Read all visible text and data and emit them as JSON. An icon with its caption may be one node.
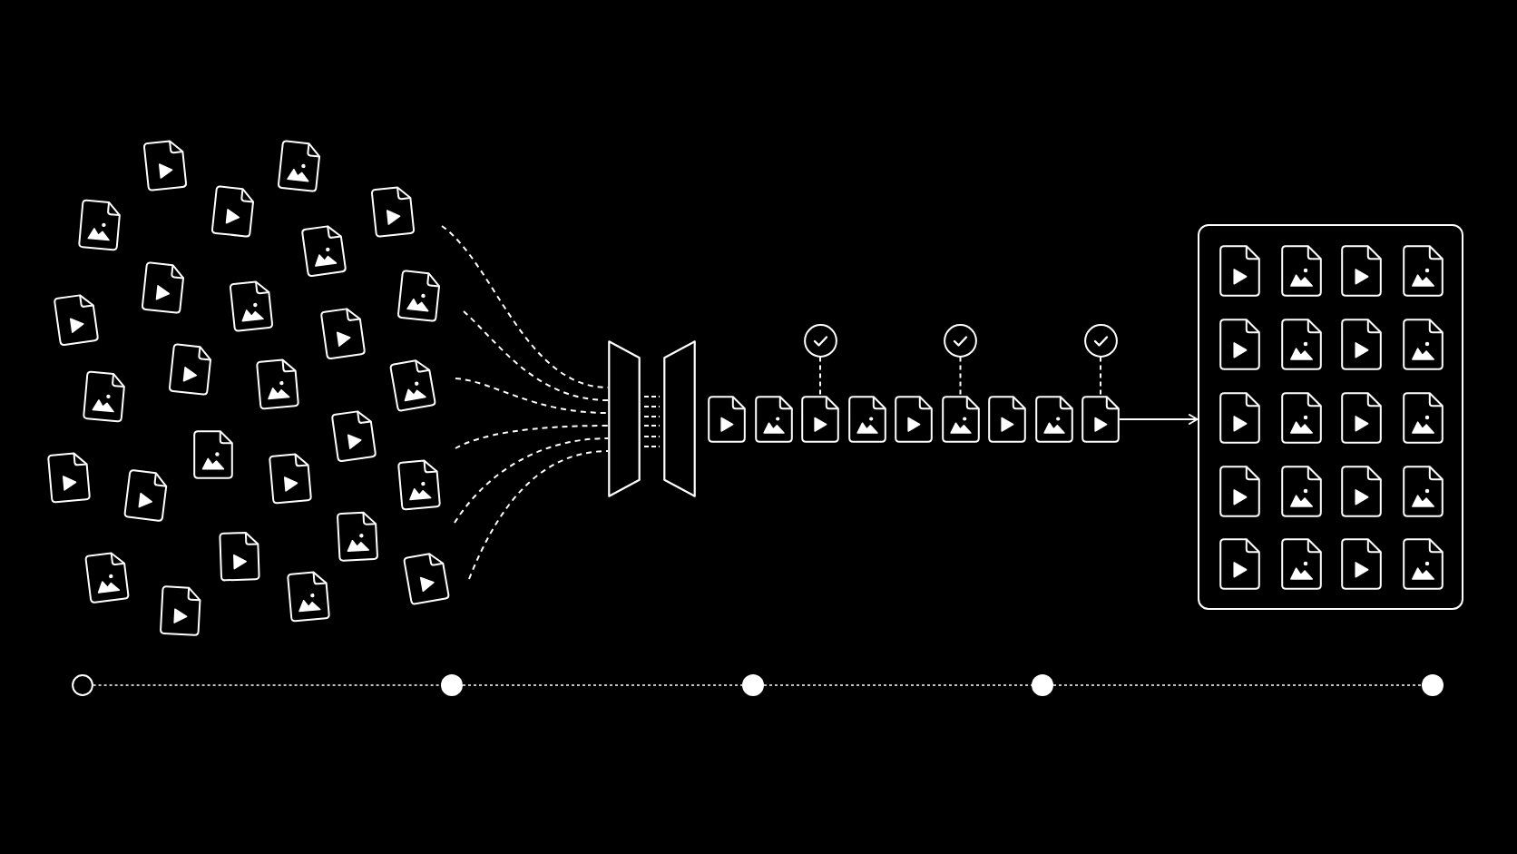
{
  "diagram": {
    "nodes": [
      {
        "text": [],
        "shape": "filter"
      },
      {
        "text": [],
        "shape": "document"
      },
      {
        "text": [],
        "shape": "document"
      },
      {
        "text": [],
        "shape": "document"
      },
      {
        "text": [],
        "shape": "document"
      },
      {
        "text": [],
        "shape": "document"
      },
      {
        "text": [],
        "shape": "document"
      },
      {
        "text": [],
        "shape": "document"
      },
      {
        "text": [],
        "shape": "document"
      },
      {
        "text": [],
        "shape": "document"
      },
      {
        "text": [],
        "shape": "circle"
      },
      {
        "text": [],
        "shape": "circle"
      },
      {
        "text": [],
        "shape": "circle"
      },
      {
        "text": [],
        "shape": "box"
      },
      {
        "text": [],
        "shape": "circle"
      },
      {
        "text": [],
        "shape": "circle"
      },
      {
        "text": [],
        "shape": "circle"
      },
      {
        "text": [],
        "shape": "circle"
      },
      {
        "text": [],
        "shape": "circle"
      }
    ],
    "edges": [
      {
        "from": null,
        "to": 0,
        "arrow": "none",
        "style": "dashed"
      },
      {
        "from": null,
        "to": 0,
        "arrow": "none",
        "style": "dashed"
      },
      {
        "from": null,
        "to": 0,
        "arrow": "none",
        "style": "dashed"
      },
      {
        "from": null,
        "to": 0,
        "arrow": "none",
        "style": "dashed"
      },
      {
        "from": null,
        "to": 0,
        "arrow": "none",
        "style": "dashed"
      },
      {
        "from": null,
        "to": 0,
        "arrow": "none",
        "style": "dashed"
      },
      {
        "from": 10,
        "to": 3,
        "arrow": "none",
        "style": "dashed"
      },
      {
        "from": 11,
        "to": 6,
        "arrow": "none",
        "style": "dashed"
      },
      {
        "from": 12,
        "to": 9,
        "arrow": "none",
        "style": "dashed"
      },
      {
        "from": 9,
        "to": 13,
        "arrow": "to"
      },
      {
        "from": 14,
        "to": 15,
        "arrow": "none",
        "style": "dashed"
      },
      {
        "from": 15,
        "to": 16,
        "arrow": "none",
        "style": "dashed"
      },
      {
        "from": 16,
        "to": 17,
        "arrow": "none",
        "style": "dashed"
      },
      {
        "from": 17,
        "to": 18,
        "arrow": "none",
        "style": "dashed"
      }
    ]
  }
}
